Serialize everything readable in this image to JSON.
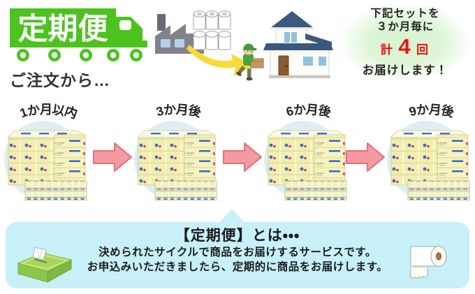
{
  "header": {
    "badge_label": "定期便",
    "order_note": "ご注文から…",
    "promo": {
      "line1": "下記セットを",
      "line2": "３か月毎に",
      "count_prefix": "計",
      "count_number": "4",
      "count_suffix": "回",
      "line3": "お届けします！"
    }
  },
  "cycle": {
    "steps": [
      {
        "label": "1か月以内"
      },
      {
        "label": "3か月後"
      },
      {
        "label": "6か月後"
      },
      {
        "label": "9か月後"
      }
    ]
  },
  "footer": {
    "title": "【定期便】とは・・・",
    "description_line1": "決められたサイクルで商品をお届けするサービスです。",
    "description_line2": "お申込みいただきましたら、定期的に商品をお届けします。"
  },
  "colors": {
    "brand_green": "#4cc31e",
    "accent_red": "#ee1111",
    "arrow_pink": "#f49aa0",
    "arrow_pink_border": "#e0707a",
    "circle_blue": "#ddeef6",
    "footer_cyan": "#c7f0f9",
    "promo_green_bg": "#d7f3cf",
    "highlight_yellow": "#f7da36"
  },
  "icons": [
    "truck-icon",
    "factory-icon",
    "toilet-paper-stack-icon",
    "curved-arrow-icon",
    "delivery-person-icon",
    "house-icon",
    "tissue-products-icon",
    "arrow-right-icon",
    "tissue-box-icon",
    "toilet-roll-icon"
  ]
}
